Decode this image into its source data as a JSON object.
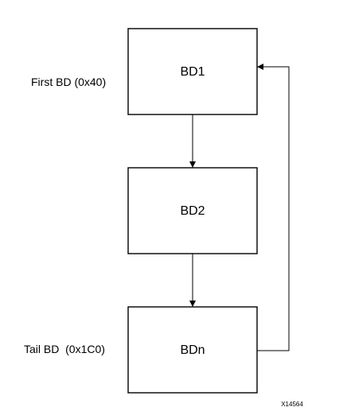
{
  "diagram": {
    "blocks": [
      {
        "id": "bd1",
        "label": "BD1",
        "side_label": "First BD (0x40)"
      },
      {
        "id": "bd2",
        "label": "BD2",
        "side_label": ""
      },
      {
        "id": "bdn",
        "label": "BDn",
        "side_label": "Tail BD  (0x1C0)"
      }
    ],
    "connections": [
      {
        "from": "BD1",
        "to": "BD2"
      },
      {
        "from": "BD2",
        "to": "BDn"
      },
      {
        "from": "BDn",
        "to": "BD1"
      }
    ],
    "figure_id": "X14564"
  }
}
